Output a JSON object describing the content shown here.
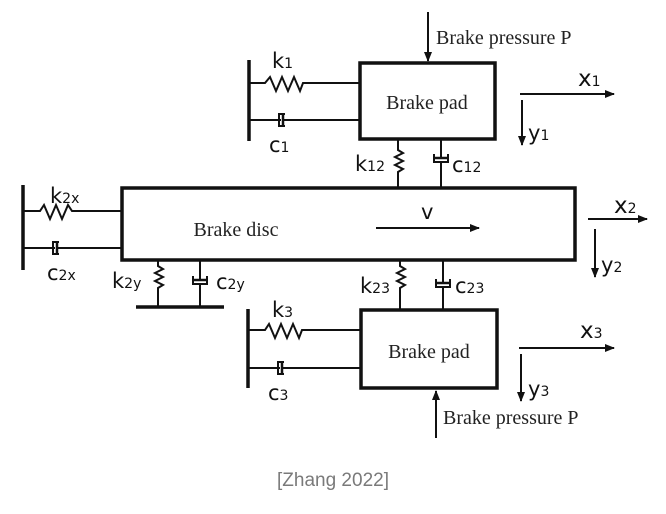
{
  "diagram": {
    "title": "Brake disc-pad three-body dynamic model",
    "blocks": {
      "top_pad": "Brake pad",
      "disc": "Brake disc",
      "bottom_pad": "Brake pad"
    },
    "forces": {
      "top": "Brake pressure P",
      "bottom": "Brake pressure P"
    },
    "velocity_label": "v",
    "springs": {
      "k1": {
        "base": "k",
        "sub": "1"
      },
      "k12": {
        "base": "k",
        "sub": "12"
      },
      "k2x": {
        "base": "k",
        "sub": "2x"
      },
      "k2y": {
        "base": "k",
        "sub": "2y"
      },
      "k23": {
        "base": "k",
        "sub": "23"
      },
      "k3": {
        "base": "k",
        "sub": "3"
      }
    },
    "dampers": {
      "c1": {
        "base": "c",
        "sub": "1"
      },
      "c12": {
        "base": "c",
        "sub": "12"
      },
      "c2x": {
        "base": "c",
        "sub": "2x"
      },
      "c2y": {
        "base": "c",
        "sub": "2y"
      },
      "c23": {
        "base": "c",
        "sub": "23"
      },
      "c3": {
        "base": "c",
        "sub": "3"
      }
    },
    "axes": {
      "x1": {
        "base": "x",
        "sub": "1"
      },
      "y1": {
        "base": "y",
        "sub": "1"
      },
      "x2": {
        "base": "x",
        "sub": "2"
      },
      "y2": {
        "base": "y",
        "sub": "2"
      },
      "x3": {
        "base": "x",
        "sub": "3"
      },
      "y3": {
        "base": "y",
        "sub": "3"
      }
    }
  },
  "caption": "[Zhang 2022]"
}
